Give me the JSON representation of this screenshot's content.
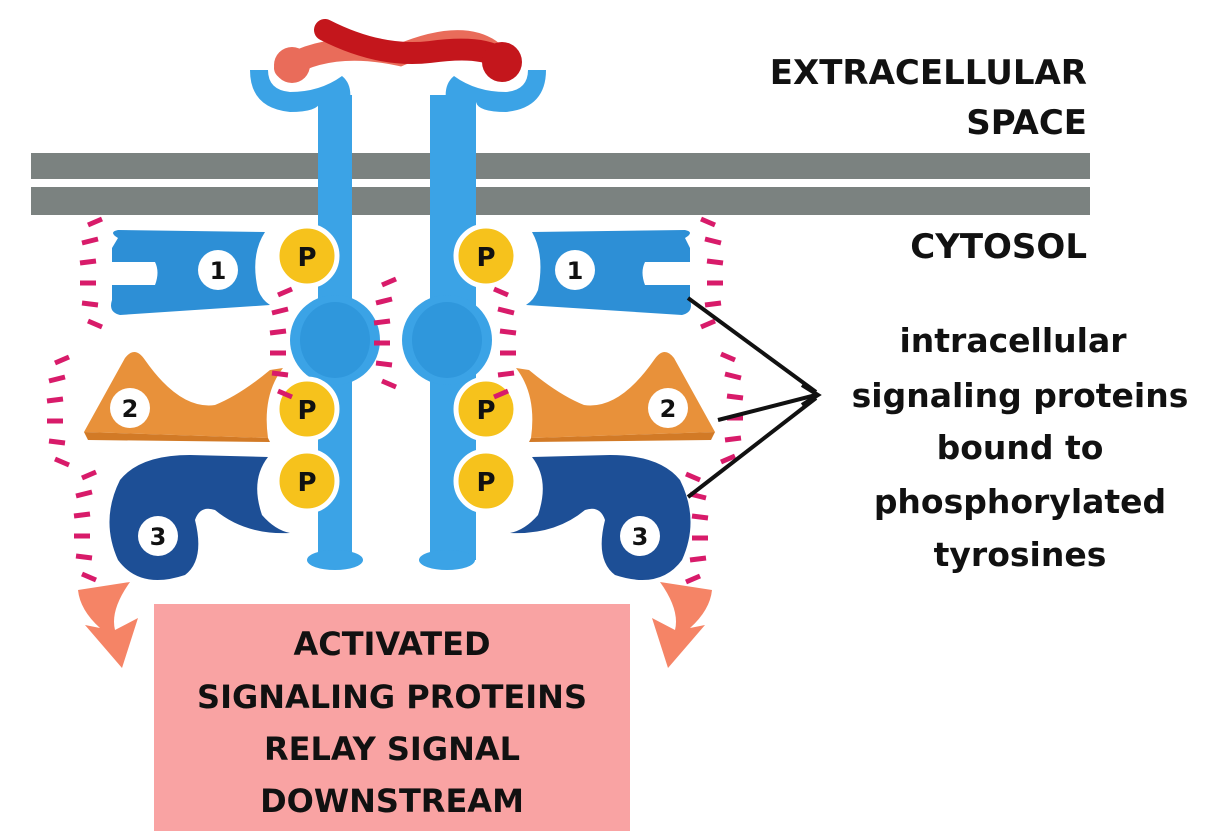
{
  "labels": {
    "extracellular_line1": "EXTRACELLULAR",
    "extracellular_line2": "SPACE",
    "cytosol": "CYTOSOL",
    "annotation": [
      "intracellular",
      "signaling proteins",
      "bound to",
      "phosphorylated",
      "tyrosines"
    ],
    "result_box": [
      "ACTIVATED",
      "SIGNALING PROTEINS",
      "RELAY SIGNAL",
      "DOWNSTREAM"
    ]
  },
  "phospho_label": "P",
  "proteins": [
    {
      "number": "1",
      "color": "#2d8fd6",
      "shape": "clamp"
    },
    {
      "number": "2",
      "color": "#e8913a",
      "shape": "wedge"
    },
    {
      "number": "3",
      "color": "#1d4f96",
      "shape": "hook"
    }
  ],
  "colors": {
    "membrane": "#7b8280",
    "receptor": "#3ba3e6",
    "receptor_dark": "#2a8dd0",
    "ligand_dark": "#c4161c",
    "ligand_light": "#e96c5a",
    "phosphate": "#f6c21c",
    "activation_marks": "#d81b6a",
    "arrow": "#f58466",
    "result_box": "#f9a3a3"
  }
}
